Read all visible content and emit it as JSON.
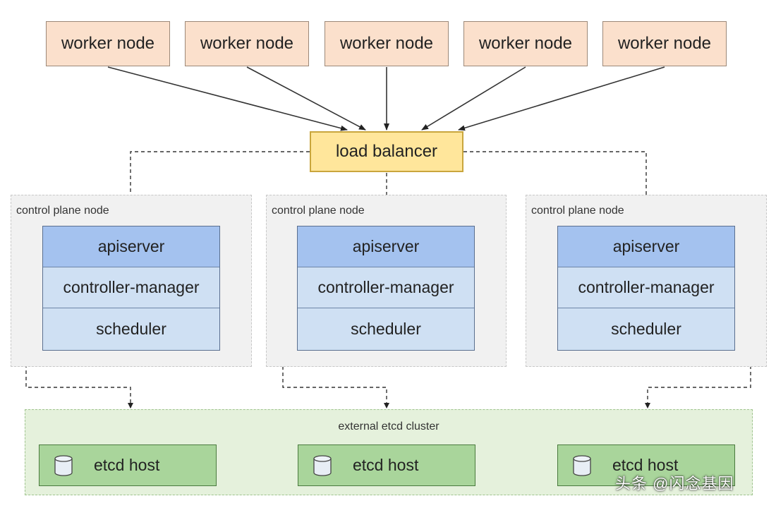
{
  "worker_nodes": [
    {
      "label": "worker node"
    },
    {
      "label": "worker node"
    },
    {
      "label": "worker node"
    },
    {
      "label": "worker node"
    },
    {
      "label": "worker node"
    }
  ],
  "load_balancer": {
    "label": "load balancer"
  },
  "control_plane_nodes": [
    {
      "label": "control plane node",
      "components": [
        "apiserver",
        "controller-manager",
        "scheduler"
      ]
    },
    {
      "label": "control plane node",
      "components": [
        "apiserver",
        "controller-manager",
        "scheduler"
      ]
    },
    {
      "label": "control plane node",
      "components": [
        "apiserver",
        "controller-manager",
        "scheduler"
      ]
    }
  ],
  "etcd_cluster": {
    "label": "external etcd cluster",
    "hosts": [
      {
        "label": "etcd host"
      },
      {
        "label": "etcd host"
      },
      {
        "label": "etcd host"
      }
    ]
  },
  "watermark": "头条 @闪念基因",
  "colors": {
    "worker_fill": "#fbe0cc",
    "load_balancer_fill": "#ffe69b",
    "control_plane_fill": "#f1f1f1",
    "apiserver_fill": "#a4c2ef",
    "component_fill": "#cfe0f3",
    "etcd_cluster_fill": "#e5f1dc",
    "etcd_host_fill": "#a9d59b"
  }
}
